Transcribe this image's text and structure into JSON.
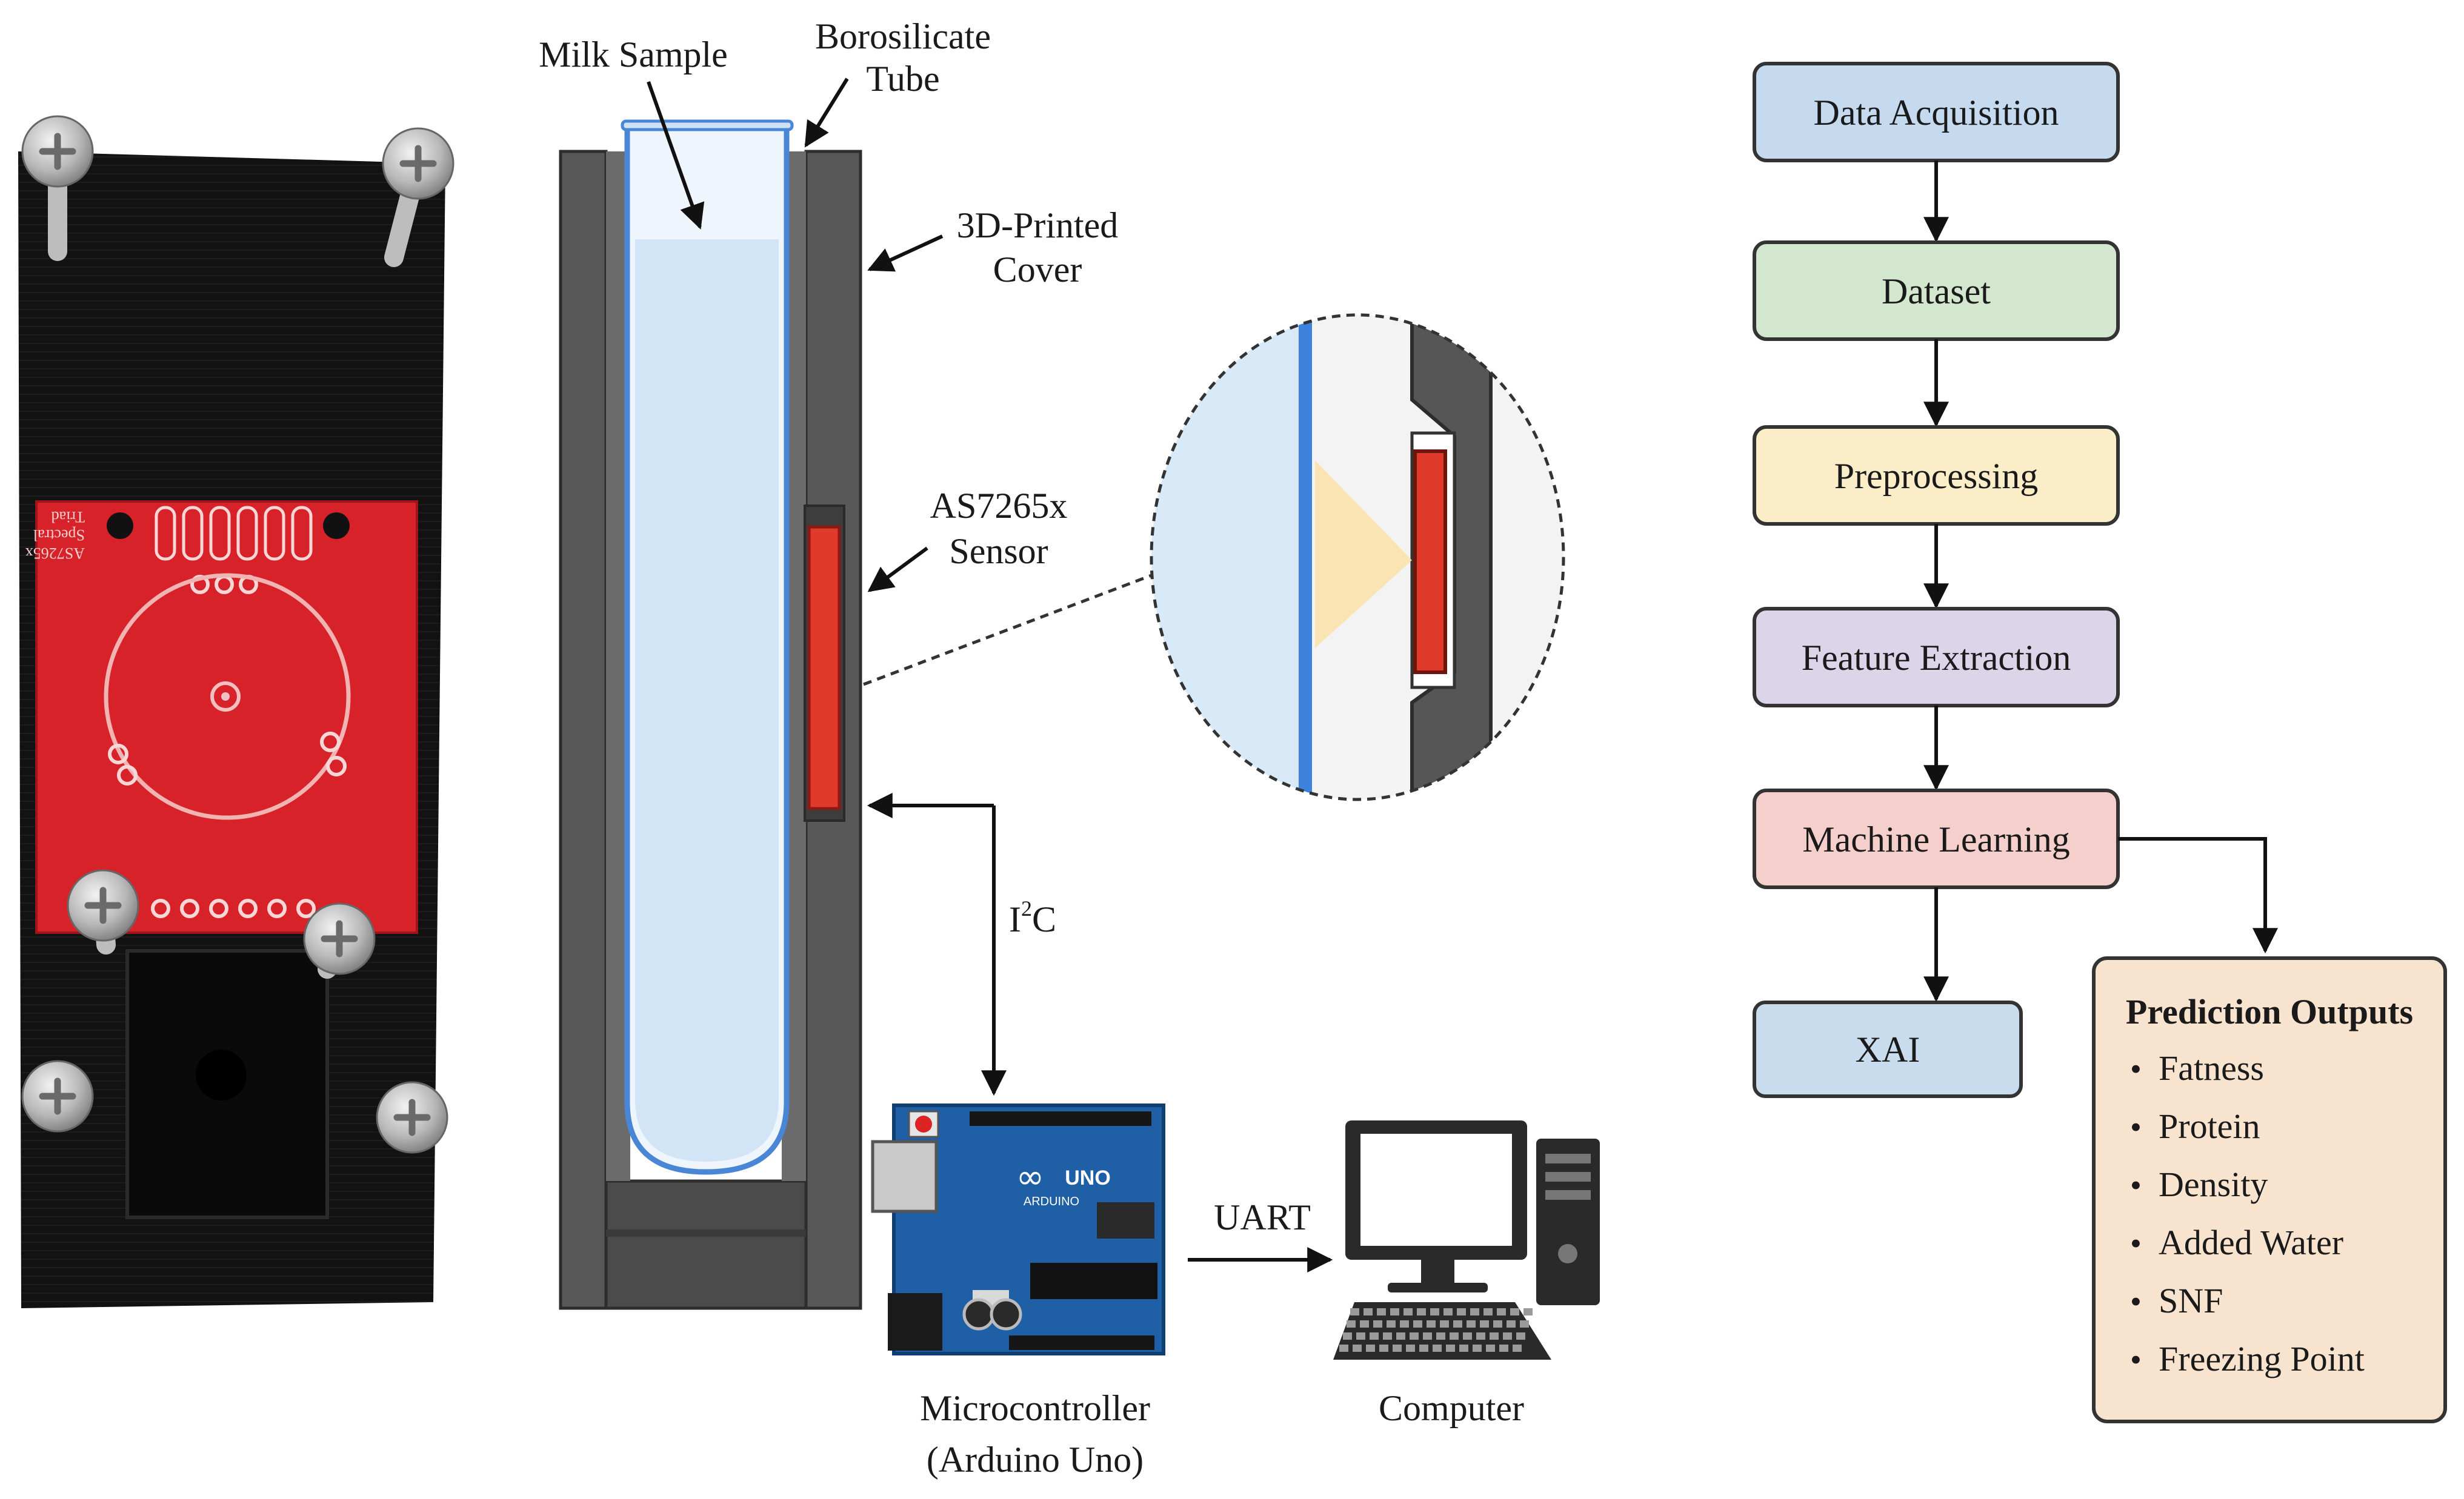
{
  "device_labels": {
    "milk_sample": "Milk Sample",
    "tube_line1": "Borosilicate",
    "tube_line2": "Tube",
    "cover_line1": "3D-Printed",
    "cover_line2": "Cover",
    "sensor_line1": "AS7265x",
    "sensor_line2": "Sensor",
    "i2c_main": "I",
    "i2c_sup": "2",
    "i2c_tail": "C",
    "uart": "UART",
    "mcu_line1": "Microcontroller",
    "mcu_line2": "(Arduino Uno)",
    "computer": "Computer"
  },
  "pcb": {
    "silkscreen_line1": "AS7265x",
    "silkscreen_line2": "Spectral",
    "silkscreen_line3": "Triad"
  },
  "arduino": {
    "logo_text": "UNO",
    "brand_text": "ARDUINO"
  },
  "flowchart": {
    "steps": [
      {
        "label": "Data Acquisition",
        "fill": "#c5d9ef"
      },
      {
        "label": "Dataset",
        "fill": "#d3e7cf"
      },
      {
        "label": "Preprocessing",
        "fill": "#fcedc9"
      },
      {
        "label": "Feature Extraction",
        "fill": "#dcd5ea"
      },
      {
        "label": "Machine Learning",
        "fill": "#f5cfcb"
      }
    ],
    "xai": {
      "label": "XAI",
      "fill": "#c9dcee"
    },
    "outputs": {
      "title": "Prediction Outputs",
      "fill": "#f8e3cf",
      "items": [
        "Fatness",
        "Protein",
        "Density",
        "Added Water",
        "SNF",
        "Freezing Point"
      ]
    }
  },
  "colors": {
    "cover": "#505050",
    "milk": "#d9eaf8",
    "tube_edge": "#4a86d6",
    "sensor": "#e03a2c",
    "pcb": "#d8222a",
    "arduino": "#1e5fa6"
  }
}
